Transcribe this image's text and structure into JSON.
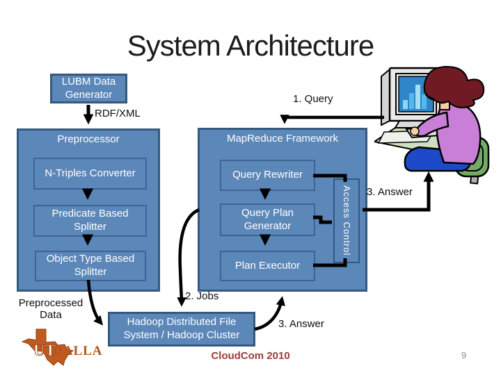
{
  "slide": {
    "title": "System Architecture",
    "footer": "CloudCom 2010",
    "page_number": "9"
  },
  "diagram": {
    "generator_box": "LUBM Data Generator",
    "preprocessor": {
      "title": "Preprocessor",
      "children": [
        "N-Triples Converter",
        "Predicate Based Splitter",
        "Object Type Based Splitter"
      ]
    },
    "mapreduce": {
      "title": "MapReduce Framework",
      "children": [
        "Query Rewriter",
        "Query Plan Generator",
        "Plan Executor"
      ]
    },
    "access_control": "Access Control",
    "hadoop_box": "Hadoop Distributed File System / Hadoop Cluster"
  },
  "flow_labels": {
    "rdf_xml": "RDF/XML",
    "query": "1. Query",
    "jobs": "2. Jobs",
    "answer_top": "3. Answer",
    "answer_bottom": "3. Answer",
    "preprocessed_data": "Preprocessed Data"
  },
  "logo": {
    "ut": "UT",
    "dallas": "DALLAS"
  },
  "images": {
    "clipart": "person-at-computer"
  },
  "colors": {
    "box_fill": "#5c87b9",
    "box_border": "#33597f",
    "inner_box_border": "#3d6493",
    "arrow": "#000000",
    "footer_red": "#9e3a3a",
    "logo_orange": "#c05a1e",
    "page_number_gray": "#8c8c8c",
    "screen_blue": "#2e86c8",
    "shirt_purple": "#c97fd8",
    "skirt_blue": "#1e49c8",
    "chair_green": "#74aa66",
    "hair_maroon": "#701a24"
  }
}
